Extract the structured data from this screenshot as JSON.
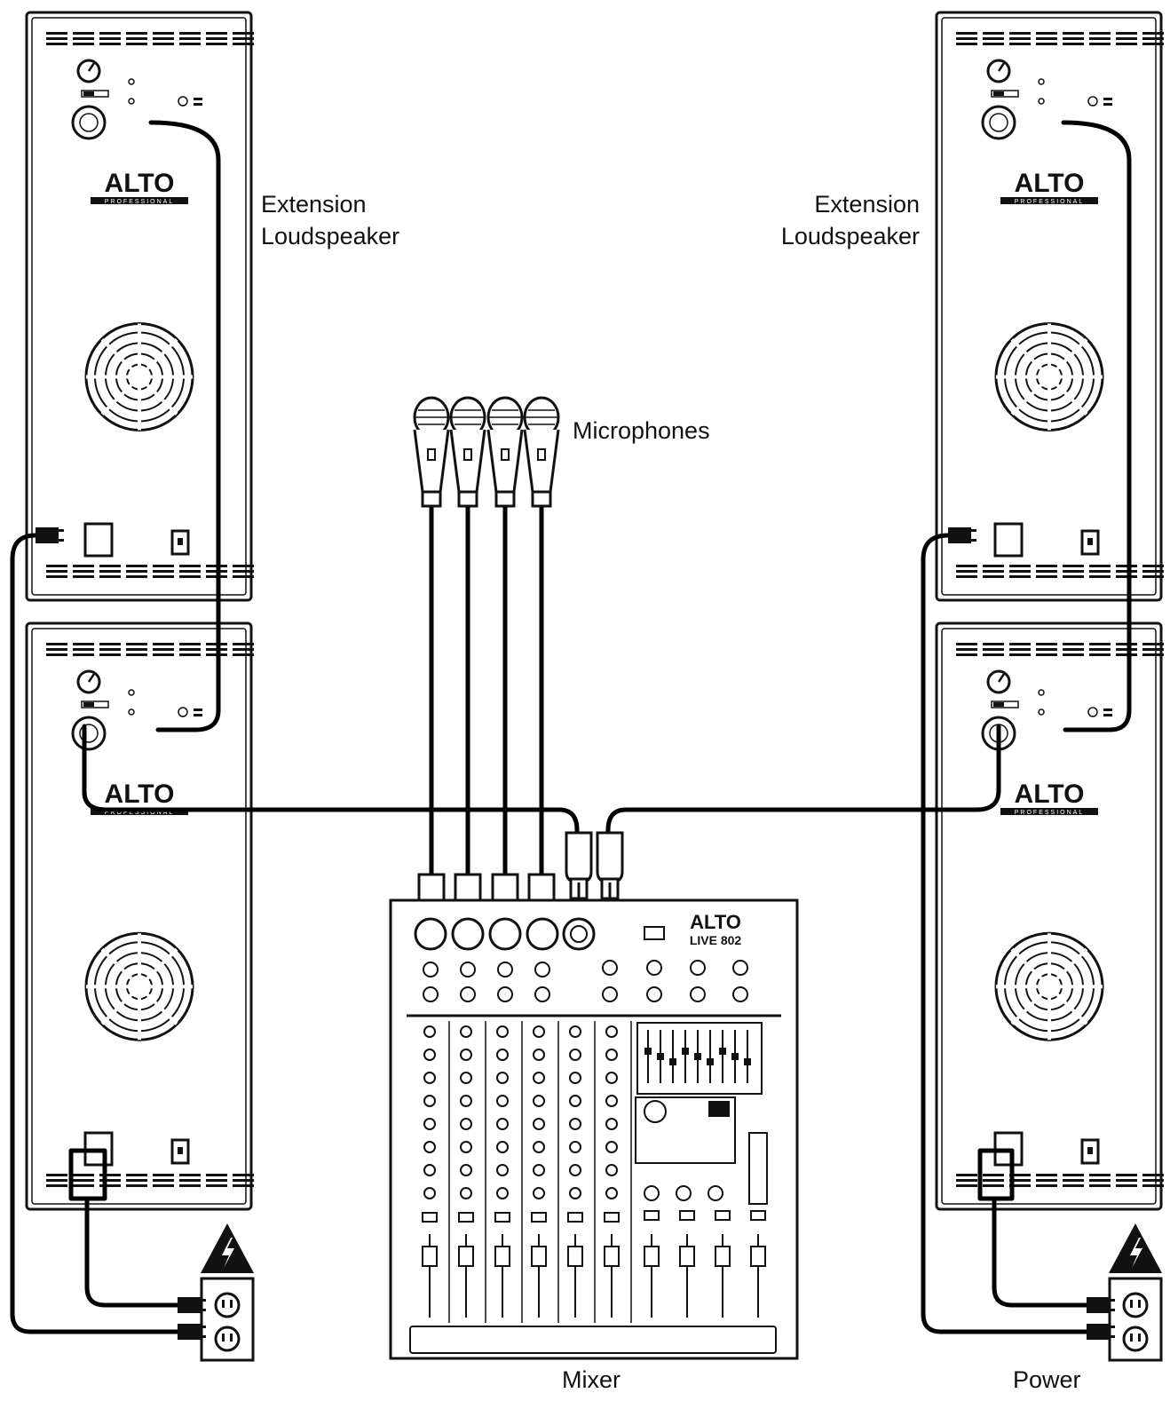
{
  "labels": {
    "extension_left_line1": "Extension",
    "extension_left_line2": "Loudspeaker",
    "extension_right_line1": "Extension",
    "extension_right_line2": "Loudspeaker",
    "microphones": "Microphones",
    "mixer": "Mixer",
    "power": "Power"
  },
  "brand": {
    "speaker_logo": "ALTO",
    "speaker_sublogo": "PROFESSIONAL",
    "mixer_logo": "ALTO",
    "mixer_model": "LIVE 802"
  },
  "colors": {
    "line": "#111111",
    "background": "#ffffff",
    "cable": "#000000"
  }
}
